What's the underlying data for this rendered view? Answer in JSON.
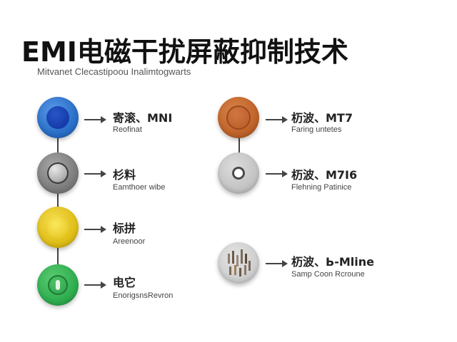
{
  "title": "EMI电磁干扰屏蔽抑制技术",
  "subtitle": "Mitvanet Clecastipoou Inalimtogwarts",
  "left_column": [
    {
      "label": "寄滚、MNI",
      "sub": "Reofinat",
      "color": "#1e63c6",
      "icon": "blue-disc-icon"
    },
    {
      "label": "杉料",
      "sub": "Eamthoer wibe",
      "color": "#8a8a8a",
      "icon": "gray-disc-icon"
    },
    {
      "label": "标拼",
      "sub": "Areenoor",
      "color": "#e3c21c",
      "icon": "yellow-disc-icon"
    },
    {
      "label": "电它",
      "sub": "EnorigsnsRevron",
      "color": "#2fae4f",
      "icon": "green-plug-icon"
    }
  ],
  "right_column": [
    {
      "label": "杤波、MT7",
      "sub": "Faring untetes",
      "color": "#c0642a",
      "icon": "orange-disc-icon"
    },
    {
      "label": "杤波、M7I6",
      "sub": "Flehning Patinice",
      "color": "#c8c8c8",
      "icon": "ring-icon"
    },
    {
      "label": "杤波、Ь-Mline",
      "sub": "Samp Coon Rcroune",
      "color": "#d0d0d0",
      "icon": "components-icon"
    }
  ]
}
